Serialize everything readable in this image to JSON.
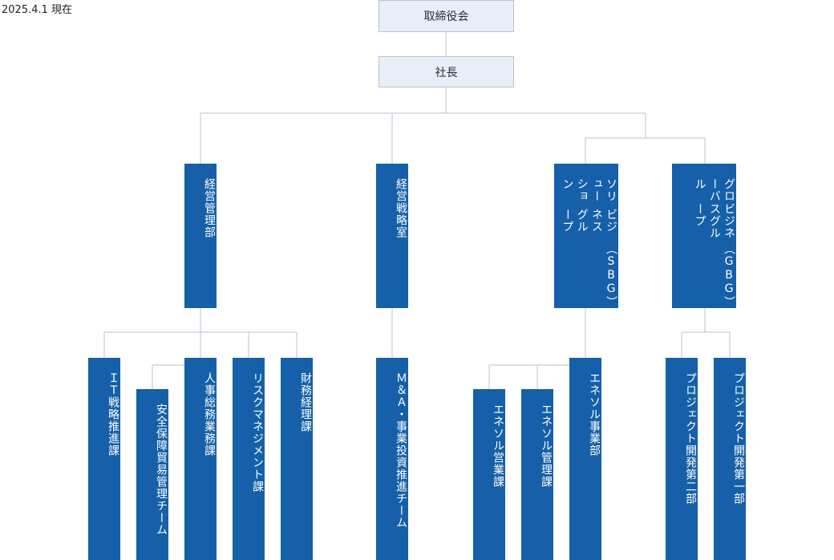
{
  "date_label": "2025.4.1 現在",
  "board": "取締役会",
  "president": "社長",
  "divisions": {
    "admin": "経営管理部",
    "strategy": "経営戦略室",
    "sbg_line1": "ソリューション",
    "sbg_line2": "ビジネスグループ",
    "sbg_line3": "（SBG）",
    "gbg_line1": "グローバル",
    "gbg_line2": "ビジネスグループ",
    "gbg_line3": "（GBG）"
  },
  "sections": {
    "it": "ＩＴ戦略推進課",
    "security": "安全保障貿易管理チーム",
    "hr": "人事総務業務課",
    "risk": "リスクマネジメント課",
    "finance": "財務経理課",
    "ma": "Ｍ＆Ａ・事業投資推進チーム",
    "ene_sales": "エネソル営業課",
    "ene_mgmt": "エネソル管理課",
    "ene_biz": "エネソル事業部",
    "proj2": "プロジェクト開発第二部",
    "proj1": "プロジェクト開発第一部"
  }
}
